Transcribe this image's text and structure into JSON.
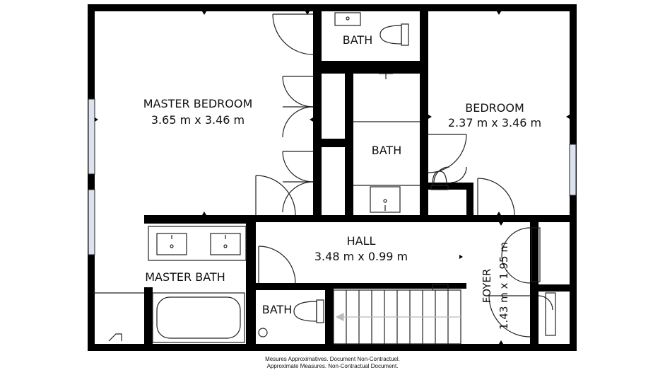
{
  "rooms": {
    "master_bedroom": {
      "name": "MASTER BEDROOM",
      "dims": "3.65 m x 3.46 m"
    },
    "bedroom": {
      "name": "BEDROOM",
      "dims": "2.37 m x 3.46 m"
    },
    "bath_top": {
      "name": "BATH"
    },
    "bath_middle": {
      "name": "BATH"
    },
    "bath_bottom": {
      "name": "BATH"
    },
    "master_bath": {
      "name": "MASTER BATH"
    },
    "hall": {
      "name": "HALL",
      "dims": "3.48 m x 0.99 m"
    },
    "foyer": {
      "name": "FOYER",
      "dims": "1.43 m x 1.95 m"
    }
  },
  "footer": {
    "line1": "Mesures Approximatives. Document Non-Contractuel.",
    "line2": "Approximate Measures. Non-Contractual Document."
  },
  "colors": {
    "wall": "#000000",
    "line": "#222222",
    "window": "#dde3ee"
  }
}
